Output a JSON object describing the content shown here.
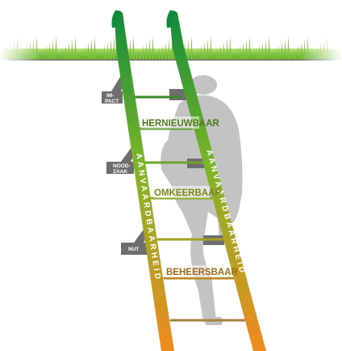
{
  "rail_text": "AANVAARDBAARHEID",
  "rung_labels": [
    {
      "text": "HERNIEUWBAAR",
      "color": "#4f7a1e"
    },
    {
      "text": "OMKEERBAAR",
      "color": "#7a8a1a"
    },
    {
      "text": "BEHEERSBAAR",
      "color": "#a06a16"
    }
  ],
  "bracket_labels": {
    "impact_line1": "IM-",
    "impact_line2": "PACT",
    "nood_line1": "NOOD-",
    "nood_line2": "ZAAK",
    "nut": "NUT"
  },
  "colors": {
    "rail_top": "#0f8a3a",
    "rail_mid": "#7db52a",
    "rail_bottom": "#f08a1e",
    "grass": "#6fbf2a",
    "ground_line": "#6a6a6a",
    "shadow": "#b8b8b8",
    "bracket": "#6e6e6e"
  }
}
